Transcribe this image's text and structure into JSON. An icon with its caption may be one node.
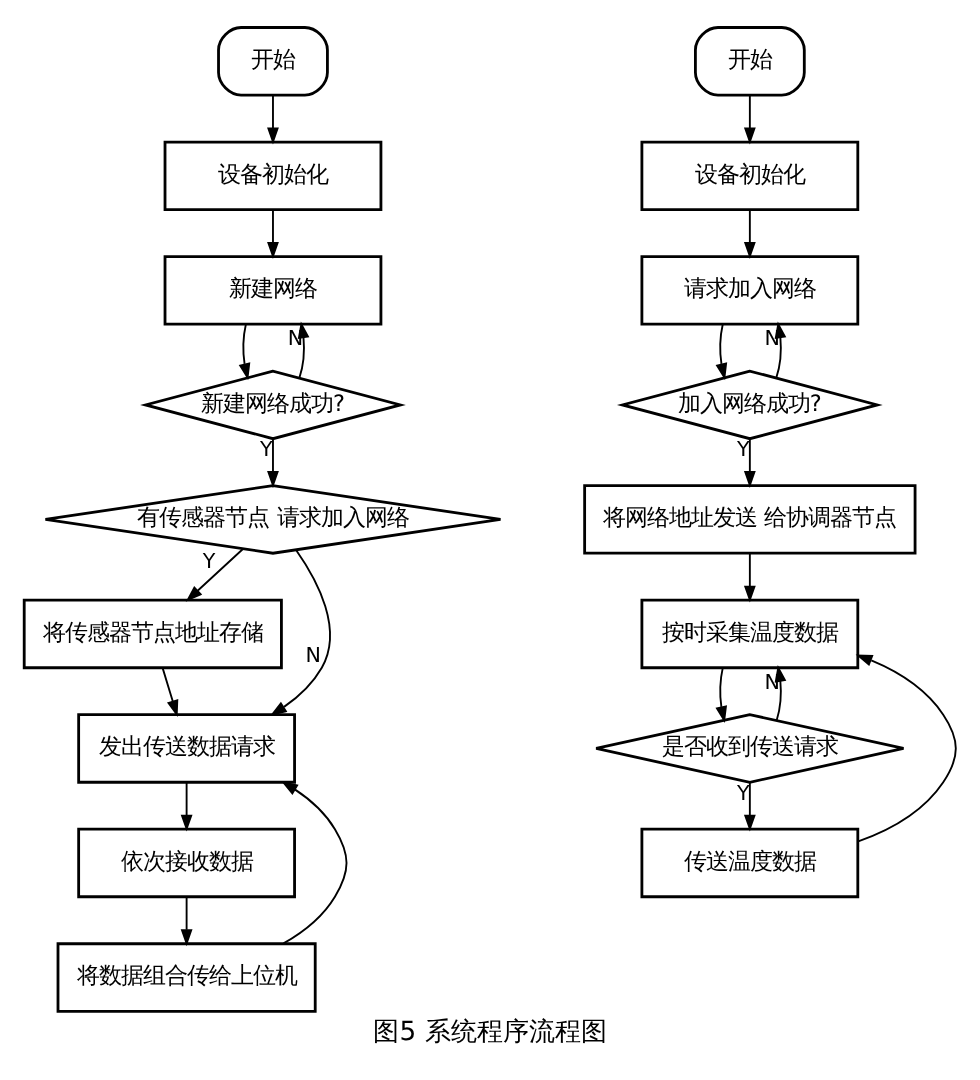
{
  "diagram": {
    "caption": "图5 系统程序流程图",
    "nodes": [
      {
        "text": [
          "开始"
        ]
      },
      {
        "text": [
          "设备初始化"
        ]
      },
      {
        "text": [
          "新建网络"
        ]
      },
      {
        "text": [
          "新建网络成功?"
        ]
      },
      {
        "text": [
          "有传感器节点 请求加入网络"
        ]
      },
      {
        "text": [
          "将传感器节点地址存储"
        ]
      },
      {
        "text": [
          "发出传送数据请求"
        ]
      },
      {
        "text": [
          "依次接收数据"
        ]
      },
      {
        "text": [
          "将数据组合传给上位机"
        ]
      },
      {
        "text": [
          "开始"
        ]
      },
      {
        "text": [
          "设备初始化"
        ]
      },
      {
        "text": [
          "请求加入网络"
        ]
      },
      {
        "text": [
          "加入网络成功?"
        ]
      },
      {
        "text": [
          "将网络地址发送 给协调器节点"
        ]
      },
      {
        "text": [
          "按时采集温度数据"
        ]
      },
      {
        "text": [
          "是否收到传送请求"
        ]
      },
      {
        "text": [
          "传送温度数据"
        ]
      }
    ],
    "edges": [
      {
        "from": 0,
        "to": 1,
        "arrow": "to"
      },
      {
        "from": 1,
        "to": 2,
        "arrow": "to"
      },
      {
        "from": 2,
        "to": 3,
        "arrow": "to"
      },
      {
        "from": 3,
        "to": 2,
        "arrow": "to",
        "label": "N"
      },
      {
        "from": 3,
        "to": 4,
        "arrow": "to",
        "label": "Y"
      },
      {
        "from": 4,
        "to": 5,
        "arrow": "to",
        "label": "Y"
      },
      {
        "from": 4,
        "to": 6,
        "arrow": "to",
        "label": "N"
      },
      {
        "from": 5,
        "to": 6,
        "arrow": "to"
      },
      {
        "from": 6,
        "to": 7,
        "arrow": "to"
      },
      {
        "from": 7,
        "to": 8,
        "arrow": "to"
      },
      {
        "from": 8,
        "to": 6,
        "arrow": "to"
      },
      {
        "from": 9,
        "to": 10,
        "arrow": "to"
      },
      {
        "from": 10,
        "to": 11,
        "arrow": "to"
      },
      {
        "from": 11,
        "to": 12,
        "arrow": "to"
      },
      {
        "from": 12,
        "to": 11,
        "arrow": "to",
        "label": "N"
      },
      {
        "from": 12,
        "to": 13,
        "arrow": "to",
        "label": "Y"
      },
      {
        "from": 13,
        "to": 14,
        "arrow": "to"
      },
      {
        "from": 14,
        "to": 15,
        "arrow": "to"
      },
      {
        "from": 15,
        "to": 14,
        "arrow": "to",
        "label": "N"
      },
      {
        "from": 15,
        "to": 16,
        "arrow": "to",
        "label": "Y"
      },
      {
        "from": 16,
        "to": 14,
        "arrow": "to"
      }
    ]
  }
}
